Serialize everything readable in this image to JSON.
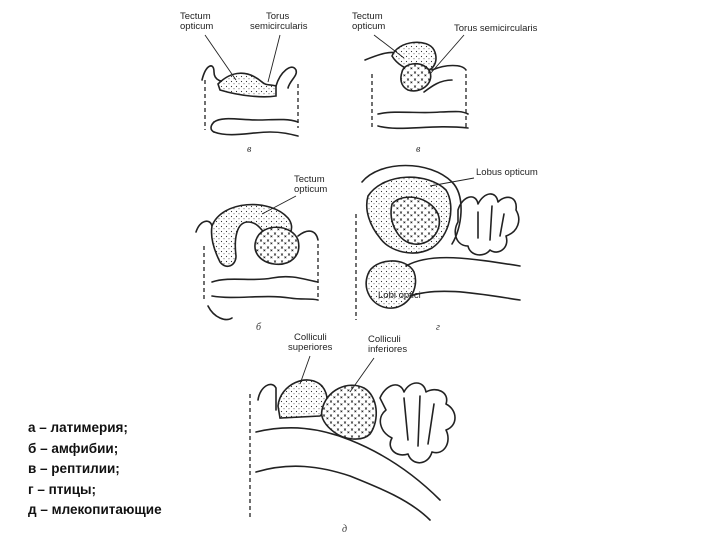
{
  "panels": {
    "a": {
      "letter": "в",
      "labels": {
        "tectum": [
          "Tectum",
          "opticum"
        ],
        "torus": [
          "Torus",
          "semicircularis"
        ]
      }
    },
    "v": {
      "letter": "в",
      "labels": {
        "tectum": [
          "Tectum",
          "opticum"
        ],
        "torus": "Torus semicircularis"
      }
    },
    "b": {
      "letter": "б",
      "labels": {
        "tectum": [
          "Tectum",
          "opticum"
        ]
      }
    },
    "g": {
      "letter": "г",
      "labels": {
        "lobus": "Lobus opticum",
        "lobi": "Lobi optici"
      }
    },
    "d": {
      "letter": "д",
      "labels": {
        "superiores": [
          "Colliculi",
          "superiores"
        ],
        "inferiores": [
          "Colliculi",
          "inferiores"
        ]
      }
    }
  },
  "legend": [
    "а – латимерия;",
    "б – амфибии;",
    "в – рептилии;",
    "г – птицы;",
    "д – млекопитающие"
  ]
}
